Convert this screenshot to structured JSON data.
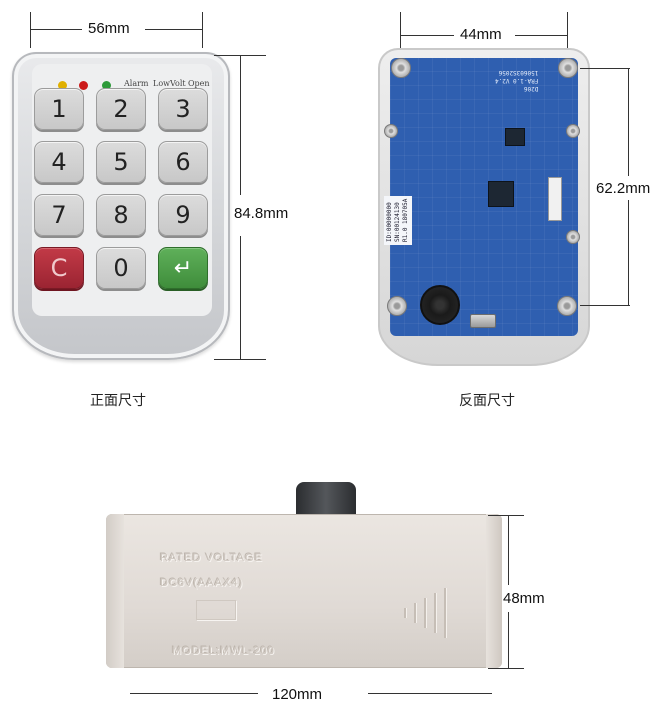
{
  "dimensions": {
    "front_width": "56mm",
    "front_height": "84.8mm",
    "back_width": "44mm",
    "back_height": "62.2mm",
    "lock_length": "120mm",
    "lock_height": "48mm"
  },
  "captions": {
    "front": "正面尺寸",
    "back": "反面尺寸"
  },
  "keypad": {
    "indicators": [
      "Alarm",
      "LowVolt",
      "Open"
    ],
    "led_colors": [
      "#e0b000",
      "#cc1a1a",
      "#2e9a3a"
    ],
    "keys": [
      "1",
      "2",
      "3",
      "4",
      "5",
      "6",
      "7",
      "8",
      "9",
      "C",
      "0",
      "↵"
    ]
  },
  "pcb": {
    "model_label": "D206\nFRA-1.0 V2.4\n150603S2056",
    "sticker_label": "ID:00000000\nSN:00124130\nR1.0 180705A"
  },
  "lock_body": {
    "emboss_title": "RATED VOLTAGE",
    "emboss_spec": "DC6V(AAAX4)",
    "emboss_model": "MODEL:MWL-200"
  }
}
